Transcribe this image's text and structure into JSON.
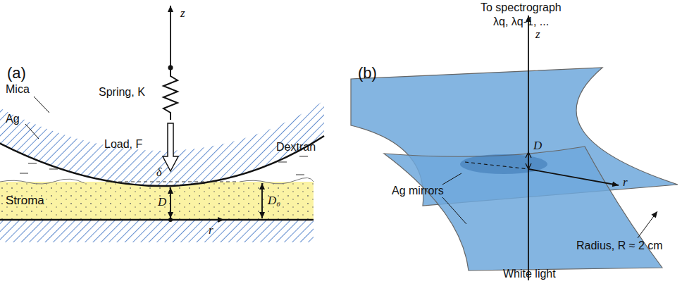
{
  "diagram": {
    "labels": [
      "(a)",
      "z",
      "Spring, K",
      "Load, F",
      "Mica",
      "Ag",
      "Dextran",
      "Stroma",
      "δ",
      "D",
      "D₀",
      "r",
      "(b)",
      "To spectrograph",
      "λq, λq-1, ...",
      "z",
      "D",
      "Ag mirrors",
      "r",
      "Radius, R ≈ 2 cm",
      "White light"
    ]
  }
}
